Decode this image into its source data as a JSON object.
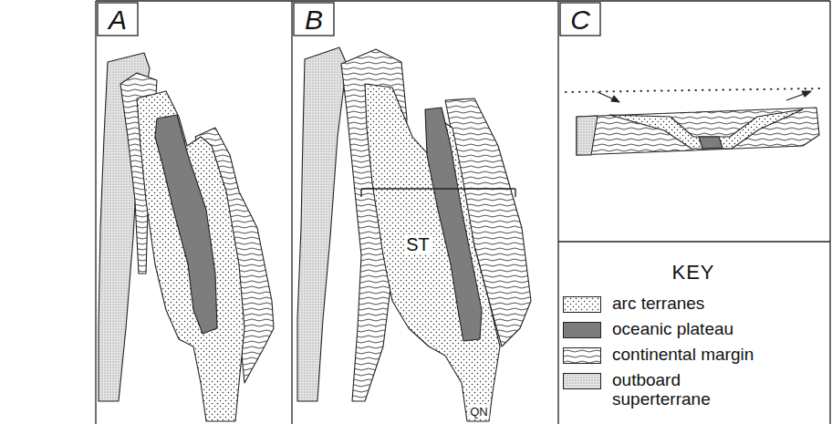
{
  "diagram": {
    "labels": [
      "A",
      "B",
      "C",
      "KEY",
      "ST",
      "QN"
    ],
    "legend": [
      {
        "text": "arc terranes"
      },
      {
        "text": "oceanic plateau",
        "color": "#7d7d7d"
      },
      {
        "text": "continental margin"
      },
      {
        "text": "outboard superterrane"
      }
    ]
  }
}
